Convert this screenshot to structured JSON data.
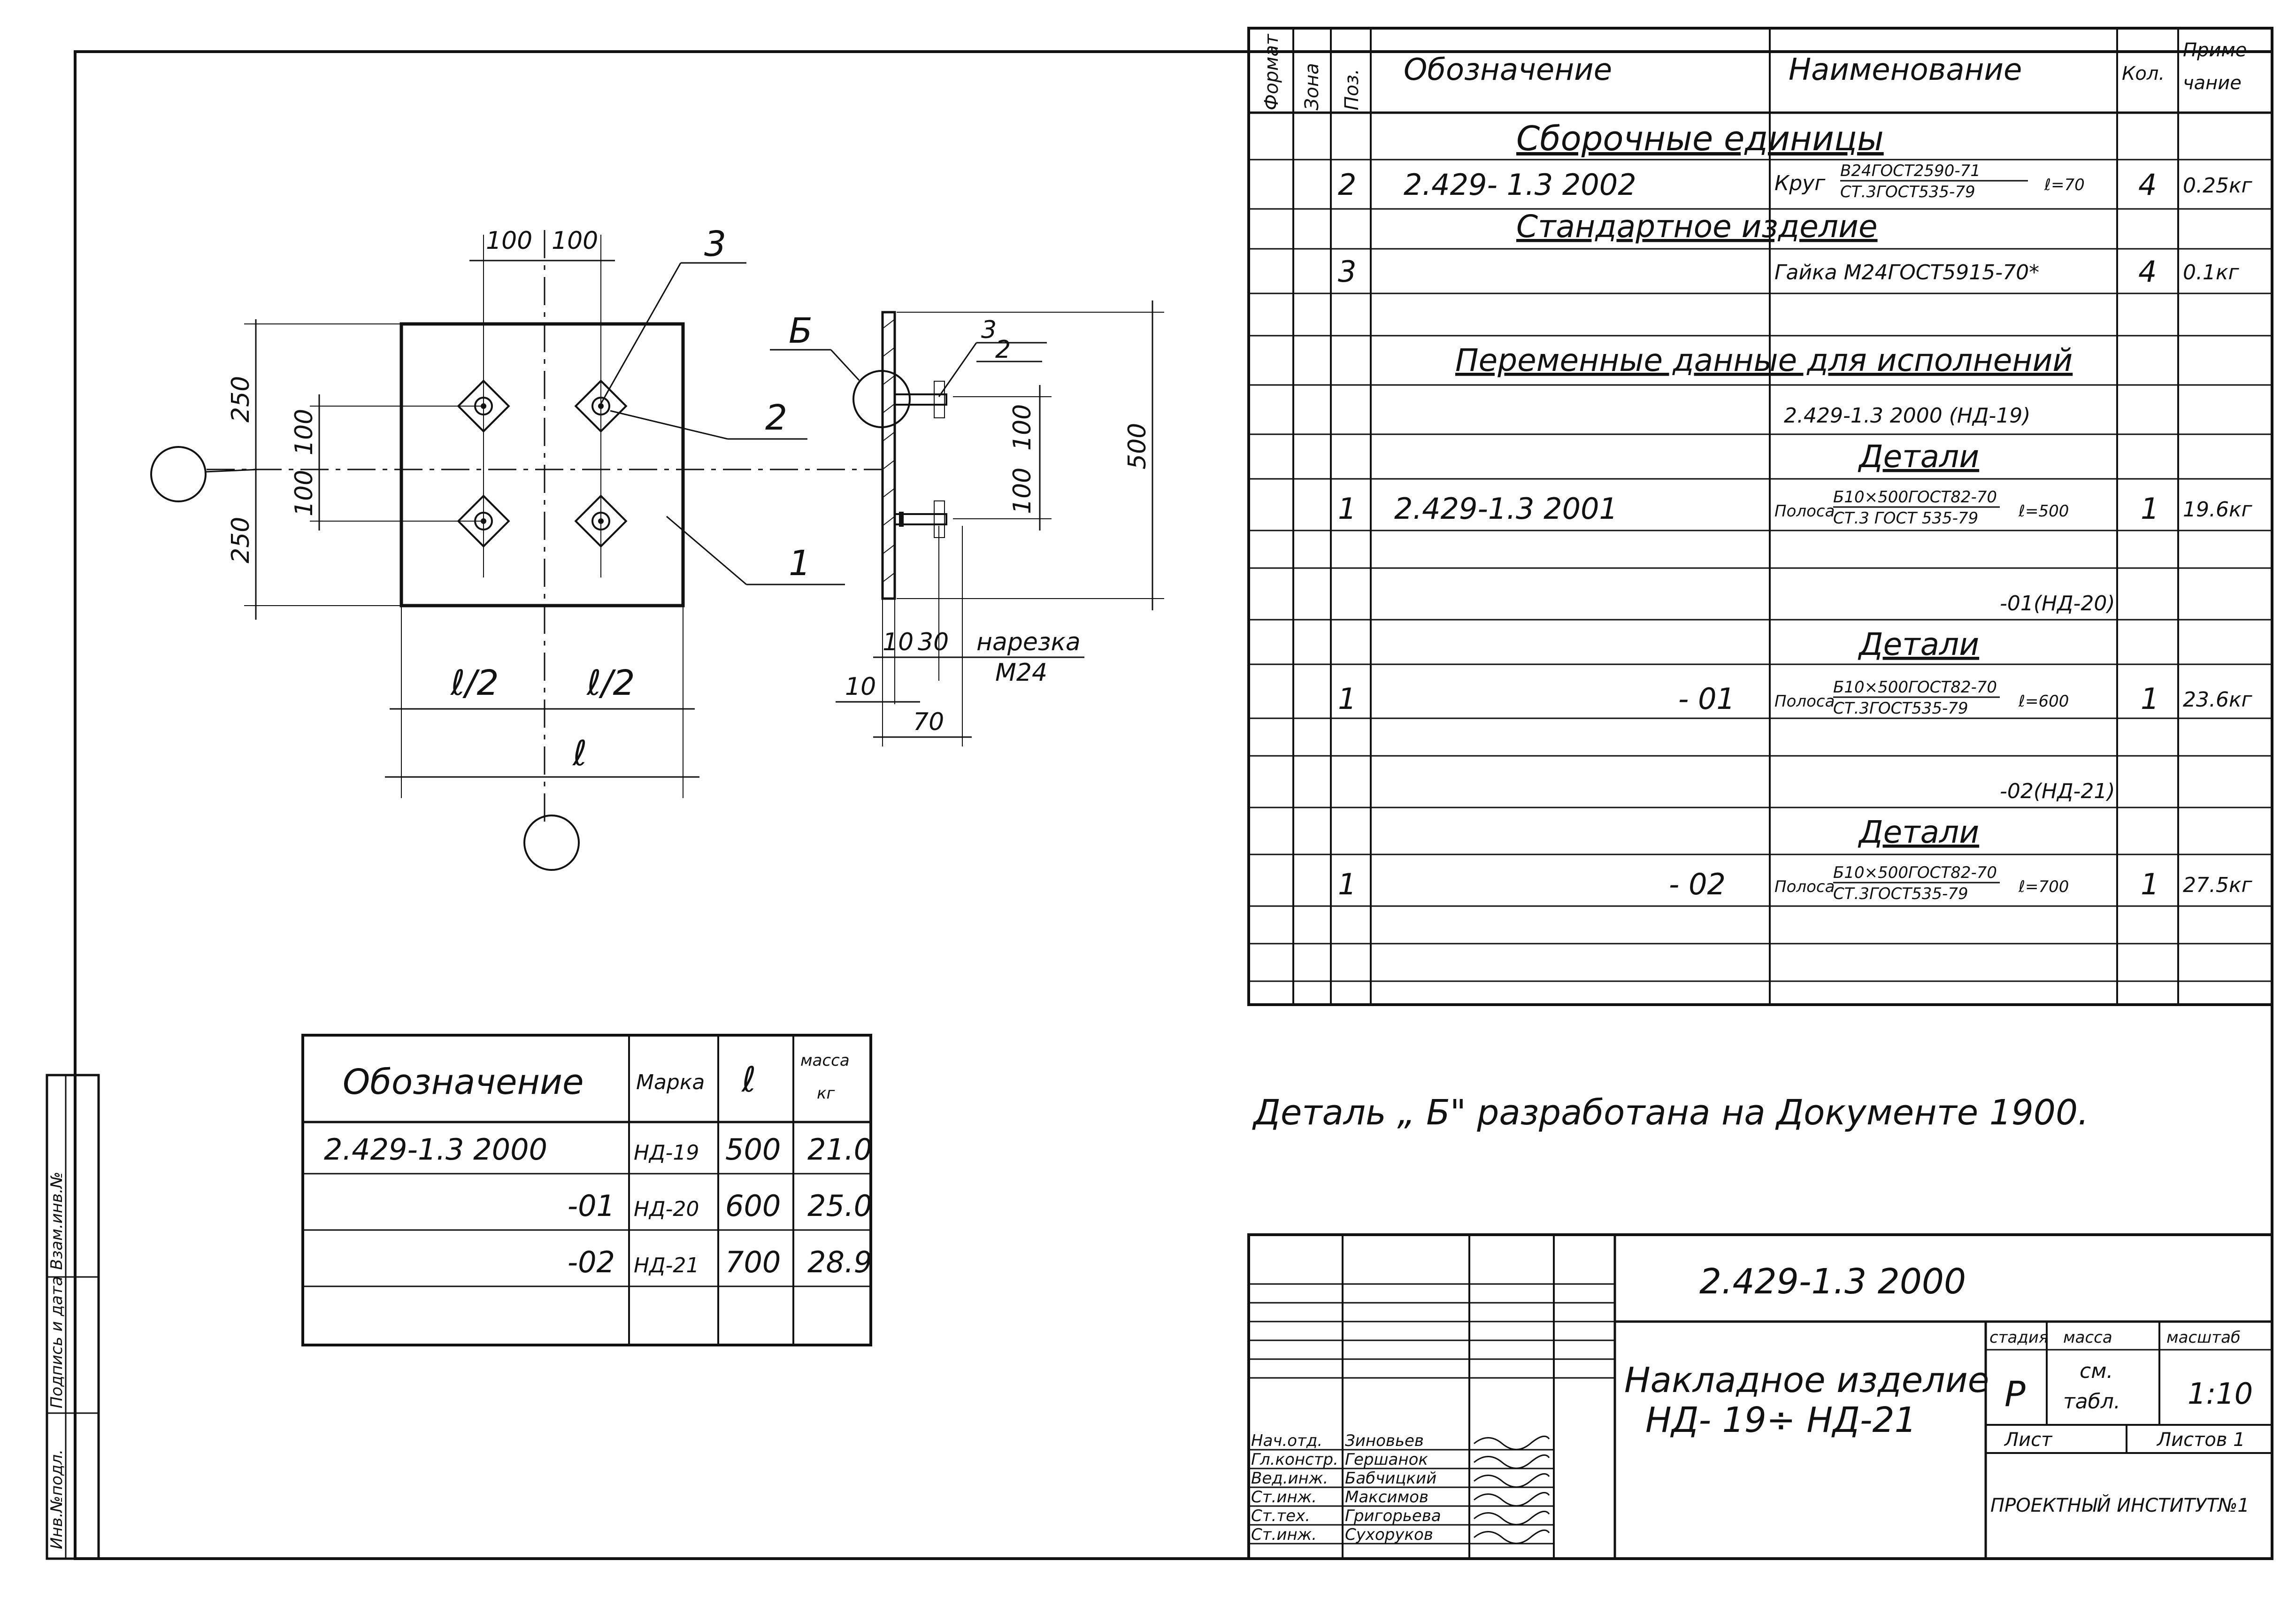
{
  "spec": {
    "headers": {
      "format": "Формат",
      "zone": "Зона",
      "pos": "Поз.",
      "designation": "Обозначение",
      "name": "Наименование",
      "qty": "Кол.",
      "note_top": "Приме",
      "note_bottom": "чание"
    },
    "assembly_title": "Сборочные единицы",
    "r_assembly": {
      "pos": "2",
      "designation": "2.429- 1.3  2002",
      "name": "Круг",
      "frac_top": "В24ГОСТ2590-71",
      "frac_bottom": "СТ.3ГОСТ535-79",
      "len": "ℓ=70",
      "qty": "4",
      "note": "0.25кг"
    },
    "standard_title": "Стандартное изделие",
    "r_standard": {
      "pos": "3",
      "name": "Гайка М24ГОСТ5915-70*",
      "qty": "4",
      "note": "0.1кг"
    },
    "variables_title": "Переменные данные для исполнений",
    "v0_title": "2.429-1.3  2000 (НД-19)",
    "details_title": "Детали",
    "r_v0": {
      "pos": "1",
      "designation": "2.429-1.3  2001",
      "name": "Полоса",
      "frac_top": "Б10×500ГОСТ82-70",
      "frac_bottom": "СТ.3 ГОСТ 535-79",
      "len": "ℓ=500",
      "qty": "1",
      "note": "19.6кг"
    },
    "v1_title": "-01(НД-20)",
    "r_v1": {
      "pos": "1",
      "designation": "- 01",
      "name": "Полоса",
      "frac_top": "Б10×500ГОСТ82-70",
      "frac_bottom": "СТ.3ГОСТ535-79",
      "len": "ℓ=600",
      "qty": "1",
      "note": "23.6кг"
    },
    "v2_title": "-02(НД-21)",
    "r_v2": {
      "pos": "1",
      "designation": "- 02",
      "name": "Полоса",
      "frac_top": "Б10×500ГОСТ82-70",
      "frac_bottom": "СТ.3ГОСТ535-79",
      "len": "ℓ=700",
      "qty": "1",
      "note": "27.5кг"
    }
  },
  "marks": {
    "headers": {
      "designation": "Обозначение",
      "mark": "Марка",
      "len": "ℓ",
      "mass_top": "масса",
      "mass_bottom": "кг"
    },
    "rows": [
      {
        "designation": "2.429-1.3  2000",
        "mark": "НД-19",
        "len": "500",
        "mass": "21.0"
      },
      {
        "designation": "-01",
        "mark": "НД-20",
        "len": "600",
        "mass": "25.0"
      },
      {
        "designation": "-02",
        "mark": "НД-21",
        "len": "700",
        "mass": "28.9"
      }
    ]
  },
  "note": "Деталь „ Б\" разработана на Документе 1900.",
  "title_block": {
    "doc_number": "2.429-1.3  2000",
    "title_line1": "Накладное изделие",
    "title_line2": "НД- 19÷ НД-21",
    "stage_label": "стадия",
    "mass_label": "масса",
    "scale_label": "масштаб",
    "stage": "Р",
    "mass_top": "см.",
    "mass_bottom": "табл.",
    "scale": "1:10",
    "sheet_label": "Лист",
    "sheets_label": "Листов 1",
    "org": "ПРОЕКТНЫЙ ИНСТИТУТ№1",
    "people": [
      {
        "role": "Нач.отд.",
        "name": "Зиновьев"
      },
      {
        "role": "Гл.констр.",
        "name": "Гершанок"
      },
      {
        "role": "Вед.инж.",
        "name": "Бабчицкий"
      },
      {
        "role": "Ст.инж.",
        "name": "Максимов"
      },
      {
        "role": "Ст.тех.",
        "name": "Григорьева"
      },
      {
        "role": "Ст.инж.",
        "name": "Сухоруков"
      }
    ]
  },
  "margin_strip": {
    "a": "Инв.№подл.",
    "b": "Подпись и дата",
    "c": "Взам.инв.№"
  },
  "drawing": {
    "dim_100a": "100",
    "dim_100b": "100",
    "dim_250a": "250",
    "dim_250b": "250",
    "dim_100c": "100",
    "dim_100d": "100",
    "dim_100e": "100",
    "dim_100f": "100",
    "dim_500": "500",
    "half_l_a": "ℓ/2",
    "half_l_b": "ℓ/2",
    "full_l": "ℓ",
    "callout_1": "1",
    "callout_2": "2",
    "callout_3": "3",
    "callout_2b": "2",
    "callout_3b": "3",
    "detail_b": "Б",
    "thread_label": "нарезка",
    "thread_size": "М24",
    "dim_10a": "10",
    "dim_30": "30",
    "dim_10b": "10",
    "dim_70": "70"
  }
}
